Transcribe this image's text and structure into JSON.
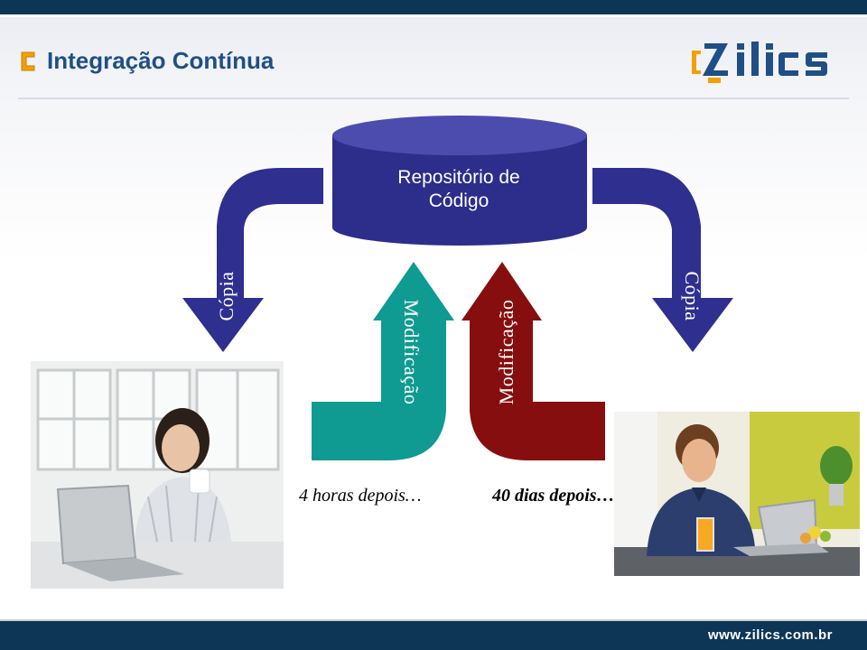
{
  "header": {
    "title": "Integração Contínua",
    "logo_text": "Zilics"
  },
  "diagram": {
    "repository_label_line1": "Repositório de",
    "repository_label_line2": "Código",
    "copy_left": "Cópia",
    "copy_right": "Cópia",
    "modification_teal": "Modificação",
    "modification_red": "Modificação",
    "caption_left": "4 horas depois…",
    "caption_right": "40 dias depois…"
  },
  "footer": {
    "url": "www.zilics.com.br"
  },
  "colors": {
    "navy_bar": "#0d3556",
    "title_blue": "#1f4f87",
    "repository_fill": "#2d2d8c",
    "repository_top": "#4c4caf",
    "arrow_navy": "#2e2f8f",
    "arrow_teal": "#0f9b91",
    "arrow_red": "#870e0e",
    "logo_orange": "#f2a000"
  }
}
